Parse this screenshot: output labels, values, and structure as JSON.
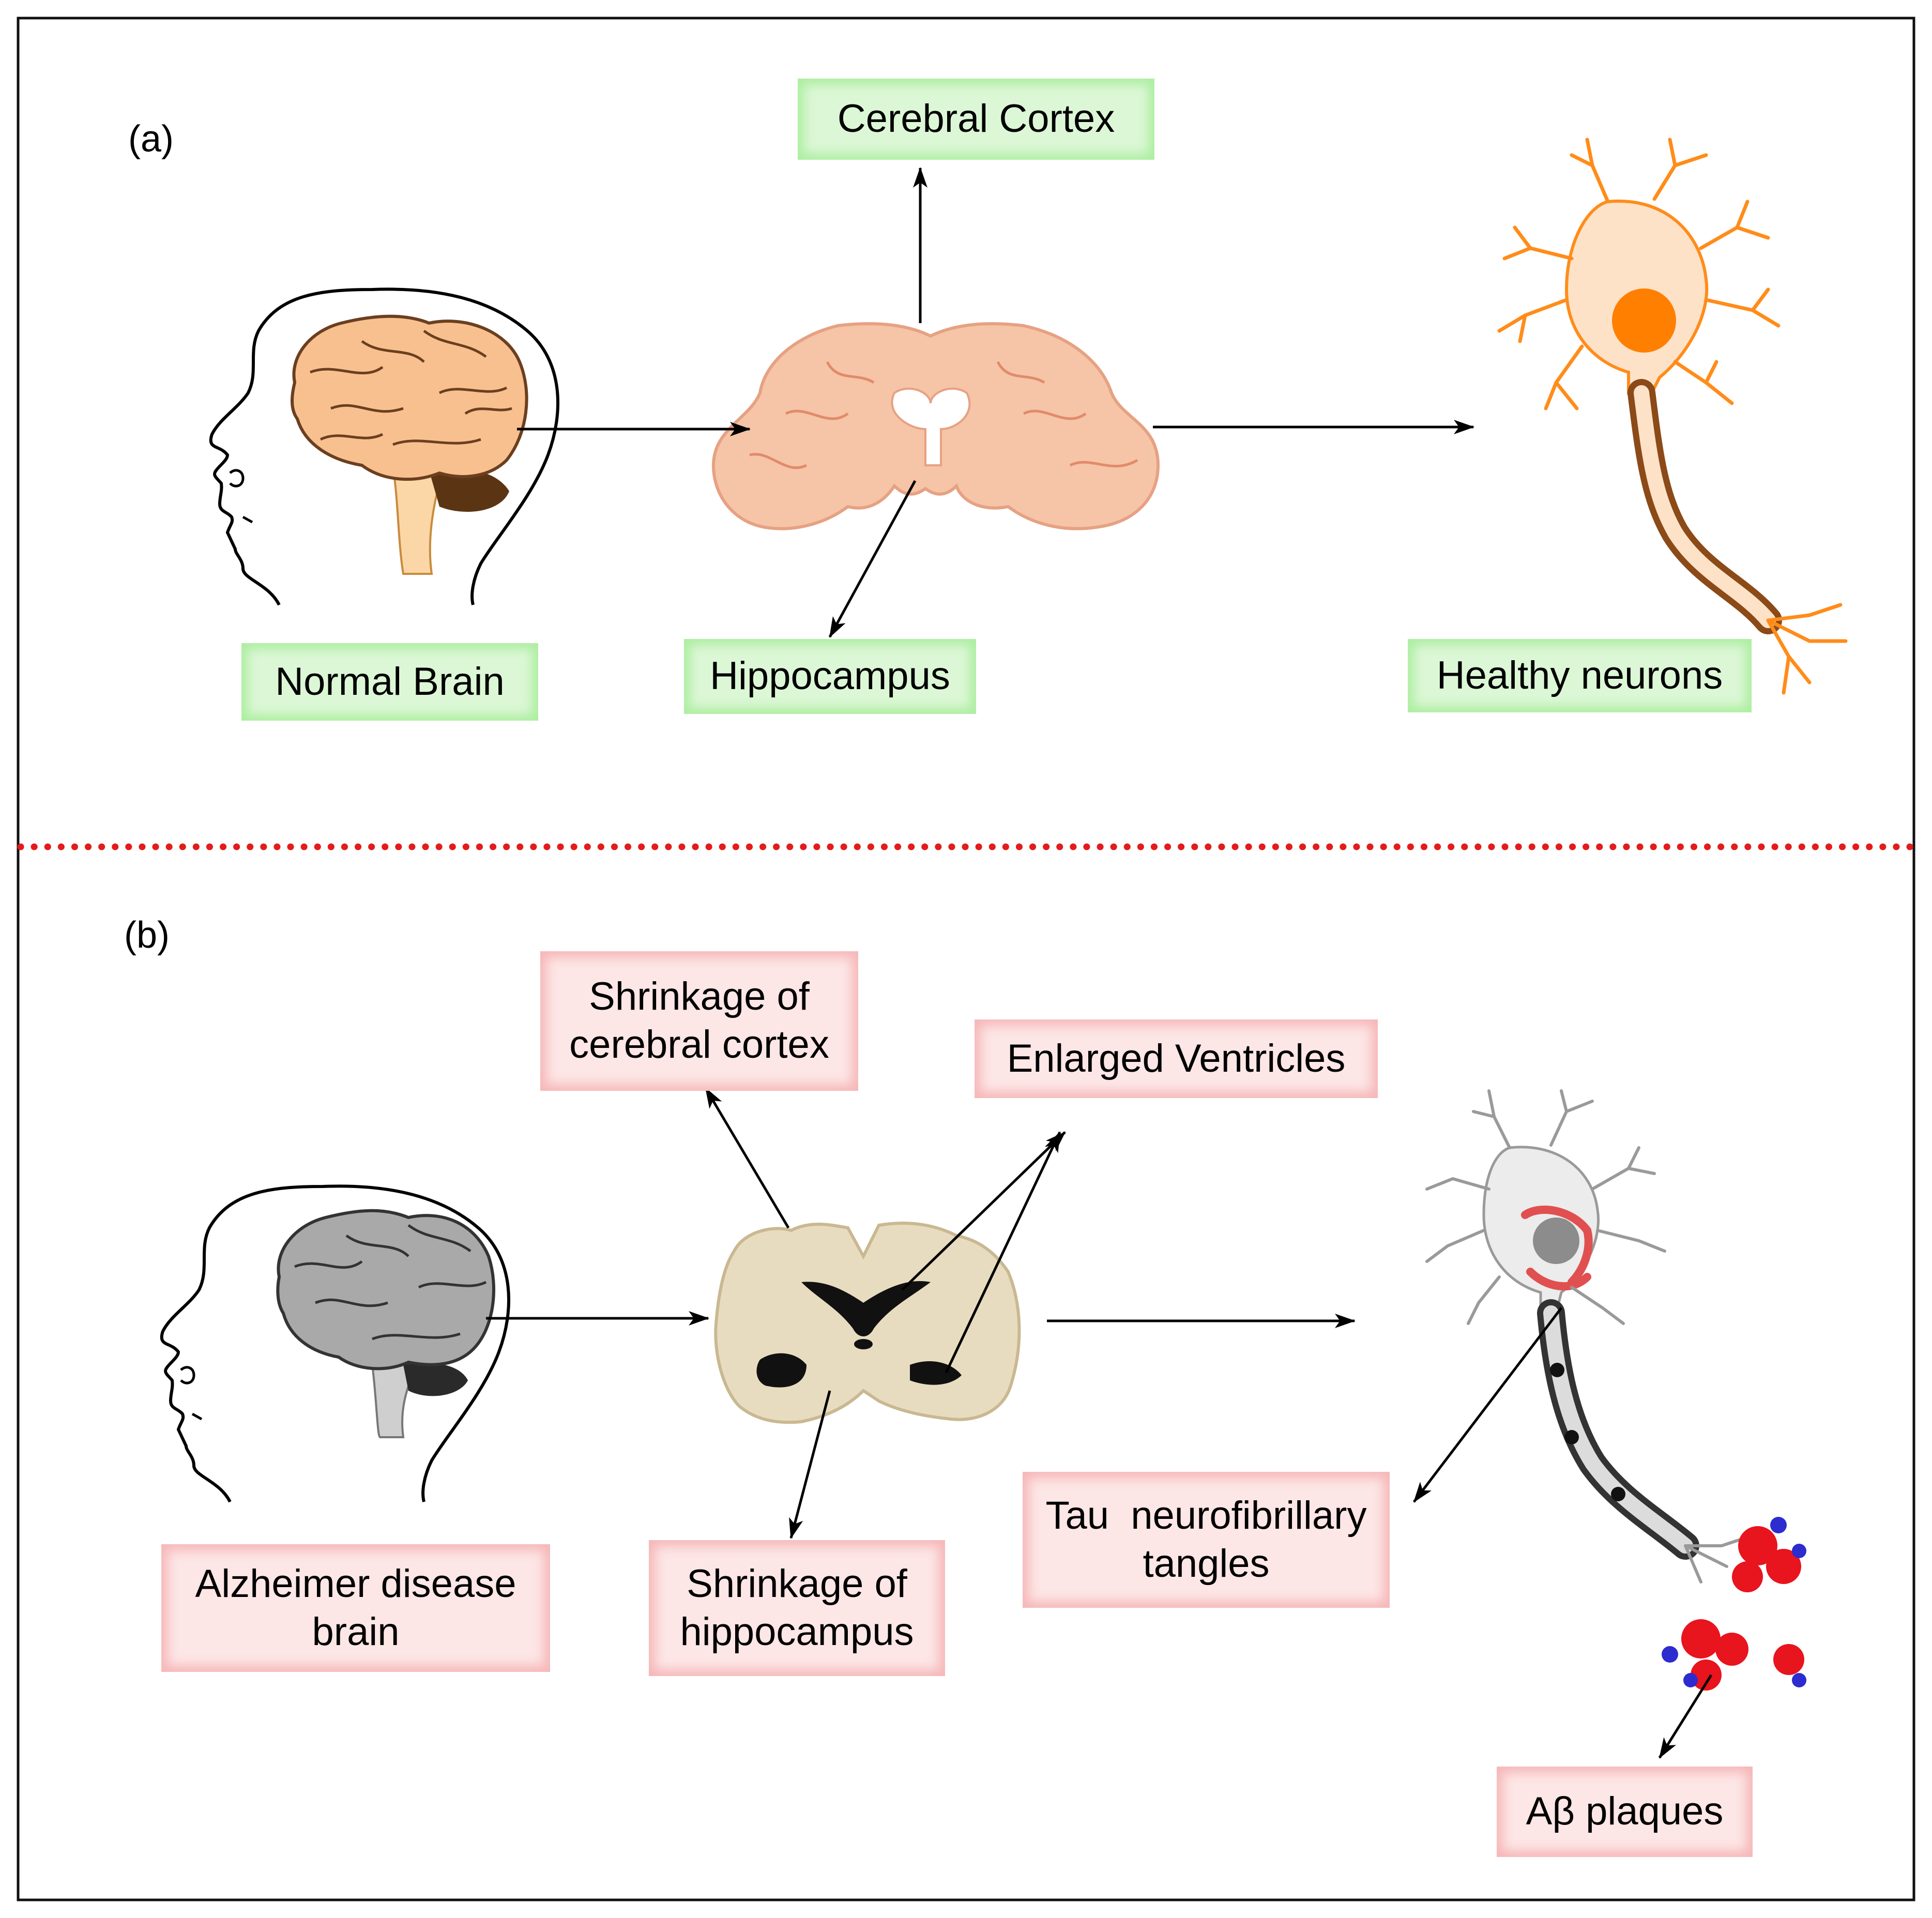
{
  "panels": {
    "a": {
      "label": "(a)",
      "normal_brain": "Normal Brain",
      "cerebral_cortex": "Cerebral Cortex",
      "hippocampus": "Hippocampus",
      "healthy_neurons": "Healthy neurons"
    },
    "b": {
      "label": "(b)",
      "ad_brain_line1": "Alzheimer disease",
      "ad_brain_line2": "brain",
      "shrink_cortex_line1": "Shrinkage of",
      "shrink_cortex_line2": "cerebral cortex",
      "enlarged_ventricles": "Enlarged Ventricles",
      "shrink_hippo_line1": "Shrinkage of",
      "shrink_hippo_line2": "hippocampus",
      "tau_line1": "Tau  neurofibrillary",
      "tau_line2": "tangles",
      "abeta": "Aβ plaques"
    }
  },
  "colors": {
    "healthy_label_fill": "#dcf7d6",
    "disease_label_fill": "#fde6e6",
    "divider": "#e21c1c",
    "healthy_brain": "#f9c08f",
    "neuron_orange": "#ff8c1a",
    "myelin_brown": "#8b4a17",
    "disease_slice": "#e8dcc0",
    "plaque_red": "#e8141e",
    "plaque_blue": "#2c2ccf"
  }
}
